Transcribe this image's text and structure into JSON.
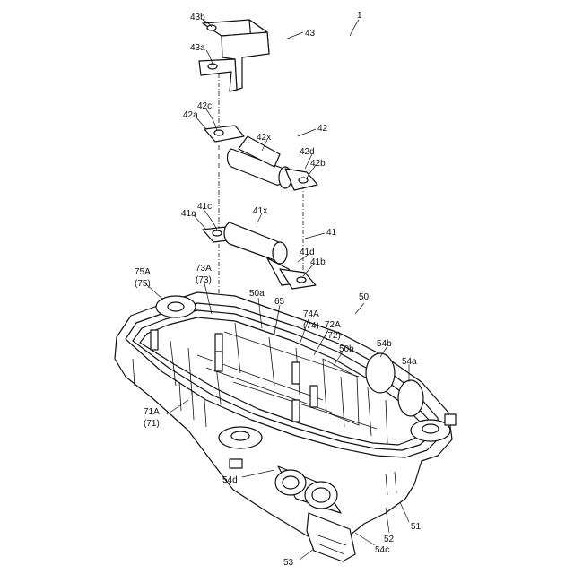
{
  "labels": {
    "l1": "1",
    "l43": "43",
    "l43b": "43b",
    "l43a": "43a",
    "l42": "42",
    "l42c": "42c",
    "l42a": "42a",
    "l42x": "42x",
    "l42d": "42d",
    "l42b": "42b",
    "l41": "41",
    "l41c": "41c",
    "l41a": "41a",
    "l41x": "41x",
    "l41d": "41d",
    "l41b": "41b",
    "l75A": "75A",
    "l75": "(75)",
    "l73A": "73A",
    "l73": "(73)",
    "l50a": "50a",
    "l65": "65",
    "l74A": "74A",
    "l74": "(74)",
    "l72A": "72A",
    "l72": "(72)",
    "l50": "50",
    "l50b": "50b",
    "l54b": "54b",
    "l54a": "54a",
    "l71A": "71A",
    "l71": "(71)",
    "l54d": "54d",
    "l52": "52",
    "l51": "51",
    "l53": "53",
    "l54c": "54c"
  }
}
